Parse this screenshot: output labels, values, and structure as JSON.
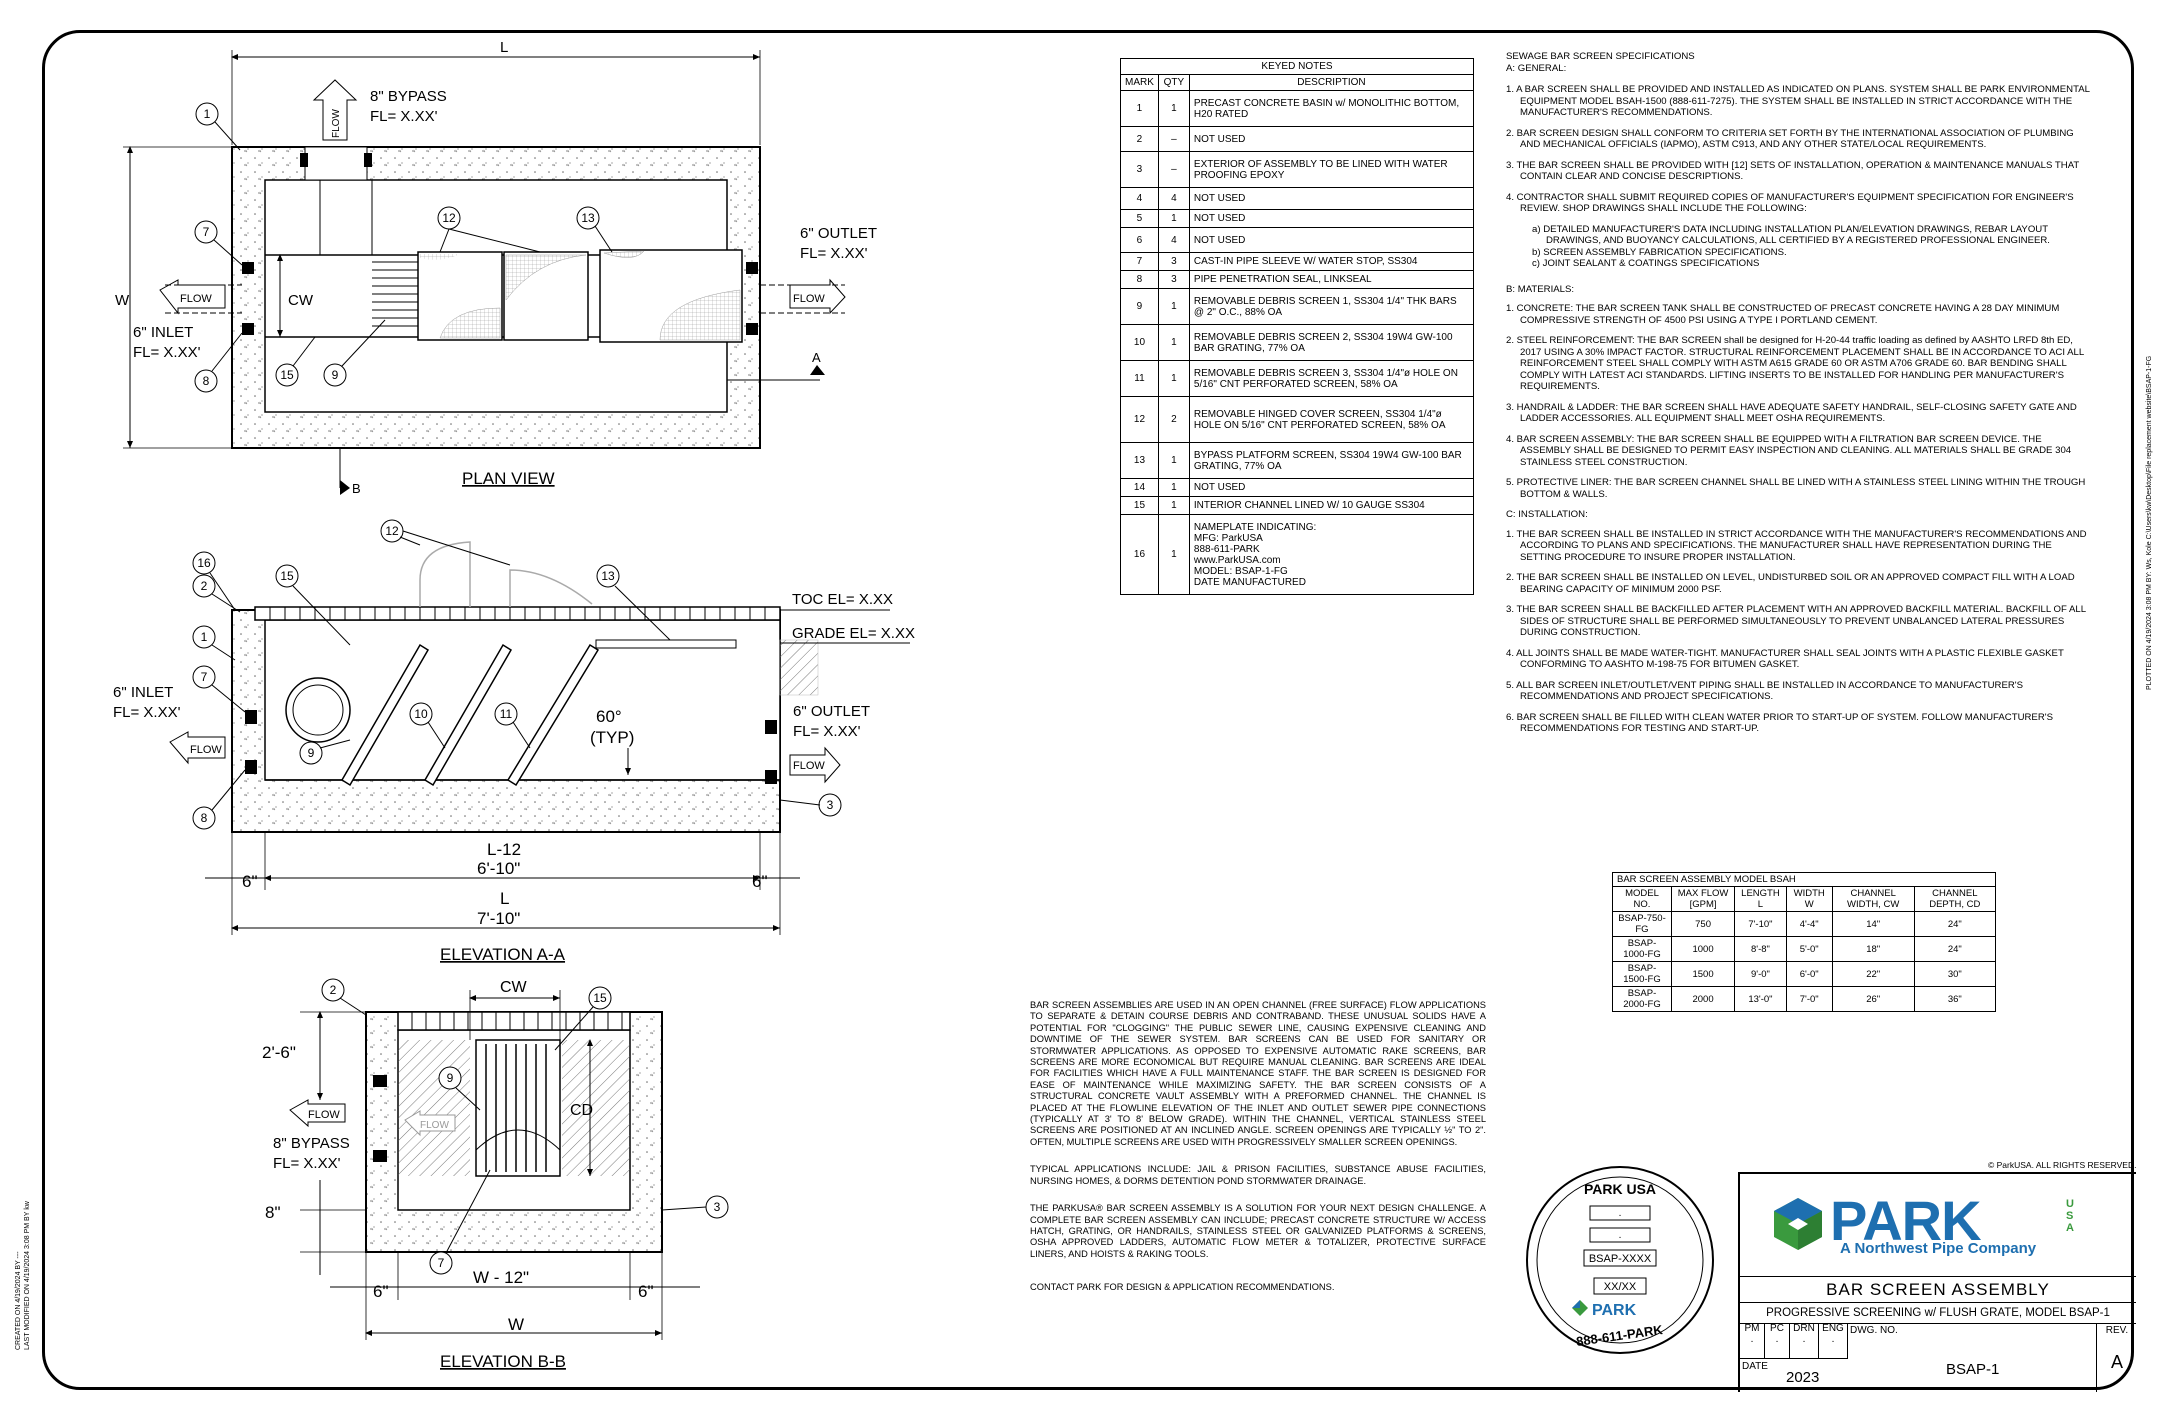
{
  "drawing": {
    "plan_view": {
      "title": "PLAN VIEW",
      "length_label": "L",
      "width_label": "W",
      "cw_label": "CW",
      "bypass_label_1": "8\" BYPASS",
      "bypass_label_2": "FL= X.XX'",
      "outlet_label_1": "6\" OUTLET",
      "outlet_label_2": "FL= X.XX'",
      "inlet_label_1": "6\" INLET",
      "inlet_label_2": "FL= X.XX'",
      "flow": "FLOW",
      "section_a": "A",
      "section_b": "B"
    },
    "elev_aa": {
      "title": "ELEVATION A-A",
      "toc": "TOC EL= X.XX",
      "grade": "GRADE EL= X.XX",
      "inlet_1": "6\" INLET",
      "inlet_2": "FL= X.XX'",
      "outlet_1": "6\" OUTLET",
      "outlet_2": "FL= X.XX'",
      "angle_1": "60°",
      "angle_2": "(TYP)",
      "dim_l12": "L-12",
      "dim_610": "6'-10\"",
      "dim_6l": "6\"",
      "dim_6r": "6\"",
      "dim_l": "L",
      "dim_710": "7'-10\"",
      "flow": "FLOW"
    },
    "elev_bb": {
      "title": "ELEVATION B-B",
      "cw": "CW",
      "cd": "CD",
      "dim_26": "2'-6\"",
      "dim_8": "8\"",
      "bypass_1": "8\" BYPASS",
      "bypass_2": "FL= X.XX'",
      "dim_6l": "6\"",
      "dim_w12": "W - 12\"",
      "dim_6r": "6\"",
      "dim_w": "W",
      "flow": "FLOW"
    },
    "callouts": [
      "1",
      "2",
      "3",
      "7",
      "8",
      "9",
      "10",
      "11",
      "12",
      "13",
      "15",
      "16"
    ]
  },
  "keyed_notes": {
    "title": "KEYED NOTES",
    "headers": [
      "MARK",
      "QTY",
      "DESCRIPTION"
    ],
    "rows": [
      [
        "1",
        "1",
        "PRECAST CONCRETE BASIN w/ MONOLITHIC BOTTOM, H20 RATED"
      ],
      [
        "2",
        "–",
        "NOT USED"
      ],
      [
        "3",
        "–",
        "EXTERIOR OF ASSEMBLY TO BE LINED WITH WATER PROOFING EPOXY"
      ],
      [
        "4",
        "4",
        "NOT USED"
      ],
      [
        "5",
        "1",
        "NOT USED"
      ],
      [
        "6",
        "4",
        "NOT USED"
      ],
      [
        "7",
        "3",
        "CAST-IN PIPE SLEEVE W/ WATER STOP, SS304"
      ],
      [
        "8",
        "3",
        "PIPE PENETRATION SEAL, LINKSEAL"
      ],
      [
        "9",
        "1",
        "REMOVABLE DEBRIS SCREEN 1, SS304 1/4\" THK BARS @ 2\" O.C., 88% OA"
      ],
      [
        "10",
        "1",
        "REMOVABLE DEBRIS SCREEN 2, SS304 19W4 GW-100 BAR GRATING, 77% OA"
      ],
      [
        "11",
        "1",
        "REMOVABLE DEBRIS SCREEN 3, SS304 1/4\"ø HOLE ON 5/16\" CNT PERFORATED SCREEN, 58% OA"
      ],
      [
        "12",
        "2",
        "REMOVABLE HINGED COVER SCREEN, SS304 1/4\"ø HOLE ON 5/16\" CNT PERFORATED SCREEN, 58% OA"
      ],
      [
        "13",
        "1",
        "BYPASS PLATFORM SCREEN, SS304 19W4 GW-100 BAR GRATING, 77% OA"
      ],
      [
        "14",
        "1",
        "NOT USED"
      ],
      [
        "15",
        "1",
        "INTERIOR CHANNEL LINED W/ 10 GAUGE SS304"
      ],
      [
        "16",
        "1",
        "NAMEPLATE INDICATING:\nMFG: ParkUSA\n888-611-PARK\nwww.ParkUSA.com\nMODEL: BSAP-1-FG\nDATE MANUFACTURED"
      ]
    ]
  },
  "specs": {
    "title": "SEWAGE BAR SCREEN SPECIFICATIONS",
    "a_head": "A:    GENERAL:",
    "a_items": [
      "1. A BAR SCREEN SHALL BE PROVIDED AND INSTALLED AS INDICATED ON PLANS.  SYSTEM SHALL BE PARK ENVIRONMENTAL EQUIPMENT MODEL BSAH-1500 (888-611-7275). THE SYSTEM SHALL BE INSTALLED IN STRICT ACCORDANCE WITH THE MANUFACTURER'S RECOMMENDATIONS.",
      "2. BAR SCREEN DESIGN SHALL CONFORM TO CRITERIA SET FORTH BY THE INTERNATIONAL ASSOCIATION OF PLUMBING AND MECHANICAL OFFICIALS (IAPMO), ASTM C913, AND ANY OTHER STATE/LOCAL REQUIREMENTS.",
      "3. THE BAR SCREEN SHALL BE PROVIDED WITH [12] SETS OF INSTALLATION, OPERATION & MAINTENANCE MANUALS THAT CONTAIN CLEAR AND CONCISE DESCRIPTIONS.",
      "4. CONTRACTOR SHALL SUBMIT REQUIRED COPIES OF MANUFACTURER'S EQUIPMENT SPECIFICATION FOR ENGINEER'S REVIEW.  SHOP DRAWINGS SHALL INCLUDE THE FOLLOWING:"
    ],
    "a_subs": [
      "a)  DETAILED MANUFACTURER'S DATA INCLUDING INSTALLATION PLAN/ELEVATION DRAWINGS, REBAR LAYOUT DRAWINGS, AND BUOYANCY CALCULATIONS, ALL CERTIFIED BY A REGISTERED PROFESSIONAL ENGINEER.",
      "b)  SCREEN ASSEMBLY FABRICATION SPECIFICATIONS.",
      "c)  JOINT SEALANT & COATINGS SPECIFICATIONS"
    ],
    "b_head": "B:    MATERIALS:",
    "b_items": [
      "1. CONCRETE: THE BAR SCREEN TANK SHALL BE CONSTRUCTED OF PRECAST CONCRETE HAVING A 28 DAY MINIMUM COMPRESSIVE STRENGTH OF 4500 PSI USING A TYPE I PORTLAND CEMENT.",
      "2. STEEL REINFORCEMENT: THE BAR SCREEN shall be designed for H-20-44 traffic loading as defined by AASHTO LRFD 8th ED, 2017 USING A 30% IMPACT FACTOR.  STRUCTURAL REINFORCEMENT PLACEMENT SHALL BE IN ACCORDANCE TO ACI ALL REINFORCEMENT STEEL SHALL COMPLY WITH ASTM A615 GRADE 60 OR ASTM A706 GRADE 60.  BAR BENDING SHALL COMPLY WITH LATEST ACI STANDARDS. LIFTING INSERTS TO BE INSTALLED FOR HANDLING PER MANUFACTURER'S REQUIREMENTS.",
      "3. HANDRAIL & LADDER: THE BAR SCREEN SHALL HAVE ADEQUATE SAFETY HANDRAIL, SELF-CLOSING SAFETY GATE AND LADDER ACCESSORIES. ALL EQUIPMENT SHALL MEET OSHA REQUIREMENTS.",
      "4. BAR SCREEN ASSEMBLY: THE BAR SCREEN SHALL BE EQUIPPED WITH A FILTRATION BAR SCREEN DEVICE. THE ASSEMBLY SHALL BE DESIGNED TO PERMIT EASY INSPECTION AND CLEANING. ALL MATERIALS SHALL BE GRADE 304 STAINLESS STEEL CONSTRUCTION.",
      "5. PROTECTIVE LINER: THE BAR SCREEN CHANNEL SHALL BE LINED WITH A STAINLESS STEEL LINING WITHIN THE TROUGH BOTTOM & WALLS."
    ],
    "c_head": "C:    INSTALLATION:",
    "c_items": [
      "1. THE BAR SCREEN SHALL BE INSTALLED IN STRICT ACCORDANCE WITH THE MANUFACTURER'S RECOMMENDATIONS AND ACCORDING TO PLANS AND SPECIFICATIONS.  THE MANUFACTURER SHALL HAVE REPRESENTATION DURING THE SETTING PROCEDURE TO INSURE PROPER INSTALLATION.",
      "2. THE BAR SCREEN SHALL BE INSTALLED ON LEVEL, UNDISTURBED SOIL OR AN APPROVED COMPACT FILL WITH A LOAD BEARING CAPACITY OF MINIMUM 2000 PSF.",
      "3. THE BAR SCREEN SHALL BE BACKFILLED AFTER PLACEMENT WITH AN APPROVED BACKFILL MATERIAL.  BACKFILL OF ALL SIDES OF STRUCTURE SHALL BE PERFORMED SIMULTANEOUSLY TO PREVENT UNBALANCED LATERAL PRESSURES DURING CONSTRUCTION.",
      "4. ALL JOINTS SHALL BE MADE WATER-TIGHT.  MANUFACTURER SHALL SEAL JOINTS WITH A PLASTIC FLEXIBLE GASKET CONFORMING TO AASHTO M-198-75 FOR BITUMEN GASKET.",
      "5. ALL BAR SCREEN INLET/OUTLET/VENT PIPING SHALL BE INSTALLED IN ACCORDANCE TO MANUFACTURER'S RECOMMENDATIONS AND PROJECT SPECIFICATIONS.",
      "6. BAR SCREEN SHALL BE FILLED WITH CLEAN WATER PRIOR TO START-UP OF SYSTEM.  FOLLOW MANUFACTURER'S RECOMMENDATIONS FOR TESTING AND START-UP."
    ]
  },
  "assembly_table": {
    "title": "BAR SCREEN ASSEMBLY MODEL BSAH",
    "headers": [
      "MODEL NO.",
      "MAX FLOW [GPM]",
      "LENGTH L",
      "WIDTH W",
      "CHANNEL WIDTH, CW",
      "CHANNEL DEPTH, CD"
    ],
    "rows": [
      [
        "BSAP-750-FG",
        "750",
        "7'-10\"",
        "4'-4\"",
        "14\"",
        "24\""
      ],
      [
        "BSAP-1000-FG",
        "1000",
        "8'-8\"",
        "5'-0\"",
        "18\"",
        "24\""
      ],
      [
        "BSAP-1500-FG",
        "1500",
        "9'-0\"",
        "6'-0\"",
        "22\"",
        "30\""
      ],
      [
        "BSAP-2000-FG",
        "2000",
        "13'-0\"",
        "7'-0\"",
        "26\"",
        "36\""
      ]
    ]
  },
  "description": {
    "p1": "BAR SCREEN ASSEMBLIES ARE USED IN AN OPEN CHANNEL (FREE SURFACE) FLOW APPLICATIONS TO SEPARATE & DETAIN COURSE DEBRIS AND CONTRABAND. THESE UNUSUAL SOLIDS HAVE A POTENTIAL FOR \"CLOGGING\" THE PUBLIC SEWER LINE, CAUSING EXPENSIVE CLEANING AND DOWNTIME OF THE SEWER SYSTEM. BAR SCREENS CAN BE USED FOR SANITARY OR STORMWATER APPLICATIONS. AS OPPOSED TO EXPENSIVE AUTOMATIC RAKE SCREENS, BAR SCREENS ARE MORE ECONOMICAL BUT REQUIRE MANUAL CLEANING. BAR SCREENS ARE IDEAL FOR FACILITIES WHICH HAVE A FULL MAINTENANCE STAFF. THE BAR SCREEN IS DESIGNED FOR EASE OF MAINTENANCE WHILE MAXIMIZING SAFETY. THE BAR SCREEN CONSISTS OF A STRUCTURAL CONCRETE VAULT ASSEMBLY WITH A PREFORMED CHANNEL. THE CHANNEL IS PLACED AT THE FLOWLINE ELEVATION OF THE INLET AND OUTLET SEWER PIPE CONNECTIONS (TYPICALLY AT 3' TO 8' BELOW GRADE). WITHIN THE CHANNEL, VERTICAL STAINLESS STEEL SCREENS ARE POSITIONED AT AN INCLINED ANGLE. SCREEN OPENINGS ARE TYPICALLY ½\" TO 2\". OFTEN, MULTIPLE SCREENS ARE USED WITH PROGRESSIVELY SMALLER SCREEN OPENINGS.",
    "p2": "TYPICAL APPLICATIONS INCLUDE: JAIL & PRISON FACILITIES, SUBSTANCE ABUSE FACILITIES, NURSING HOMES, & DORMS DETENTION POND STORMWATER DRAINAGE.",
    "p3": "THE PARKUSA® BAR SCREEN ASSEMBLY IS A SOLUTION FOR YOUR NEXT DESIGN CHALLENGE. A COMPLETE BAR SCREEN ASSEMBLY CAN INCLUDE; PRECAST CONCRETE STRUCTURE W/ ACCESS HATCH, GRATING, OR HANDRAILS, STAINLESS STEEL OR GALVANIZED PLATFORMS & SCREENS, OSHA APPROVED LADDERS, AUTOMATIC FLOW METER & TOTALIZER, PROTECTIVE SURFACE LINERS, AND HOISTS & RAKING TOOLS.",
    "p4": "CONTACT PARK FOR DESIGN & APPLICATION RECOMMENDATIONS."
  },
  "nameplate": {
    "top": "PARK USA",
    "dot1": ".",
    "dot2": ".",
    "model": "BSAP-XXXX",
    "date": "XX/XX",
    "logo": "PARK",
    "phone": "888-611-PARK"
  },
  "title_block": {
    "copyright": "© ParkUSA. ALL RIGHTS RESERVED.",
    "logo": "PARK",
    "logo_usa": "USA",
    "tagline": "A Northwest Pipe Company",
    "title1": "BAR SCREEN ASSEMBLY",
    "title2": "PROGRESSIVE SCREENING w/ FLUSH GRATE, MODEL BSAP-1",
    "pm": "PM",
    "pc": "PC",
    "drn": "DRN",
    "eng": "ENG",
    "dwg_label": "DWG. NO.",
    "rev_label": "REV.",
    "pm_v": ".",
    "pc_v": ".",
    "drn_v": ".",
    "eng_v": ".",
    "date_label": "DATE",
    "date": "2023",
    "dwg_no": "BSAP-1",
    "rev": "A",
    "brand_blue": "#1e6fb0",
    "brand_green": "#3a9a3e"
  },
  "margin_notes": {
    "left": "CREATED ON 4/19/2024 BY ---\nLAST MODIFIED ON 4/19/2024 3:08 PM BY kw",
    "right": "PLOTTED ON 4/19/2024 3:08 PM BY: Ws, Kole C:\\Users\\kw\\Desktop\\File replacement website\\BSAP-1-FG"
  }
}
